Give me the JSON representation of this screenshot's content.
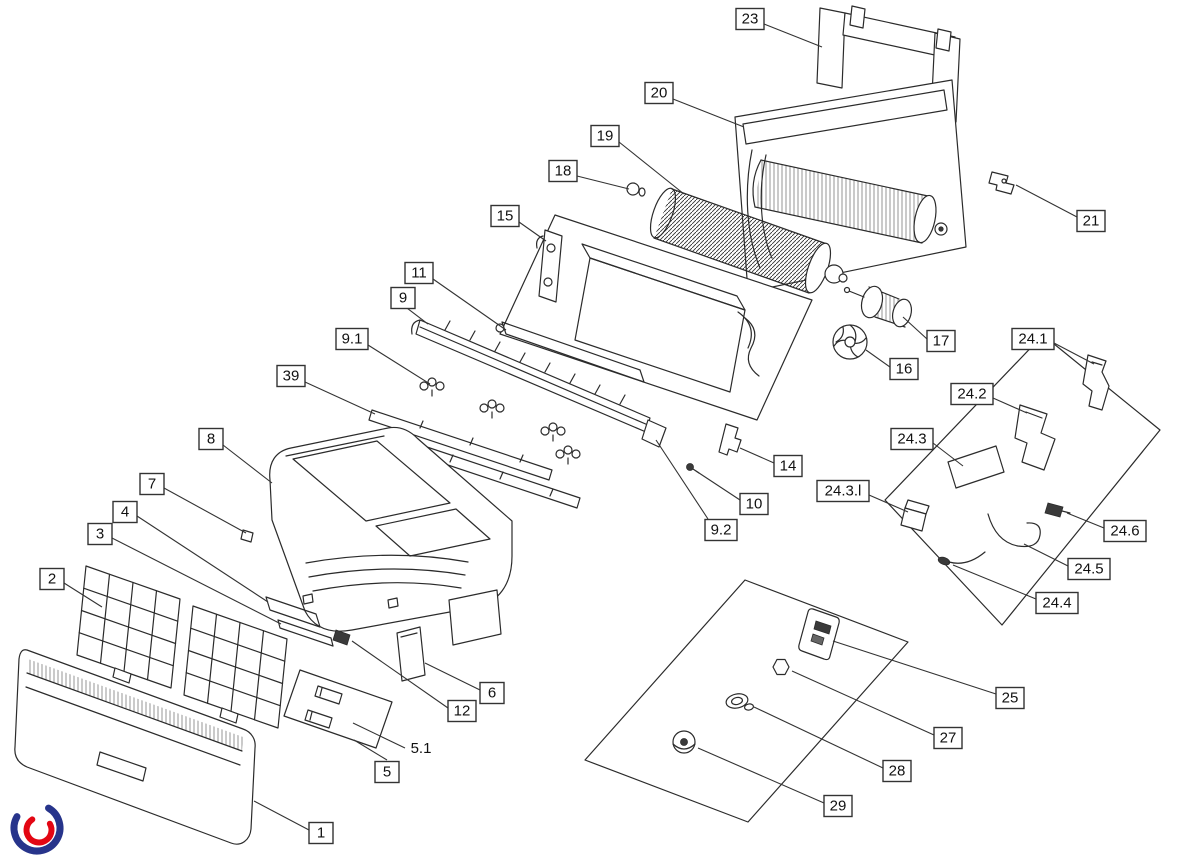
{
  "callouts": {
    "c1": {
      "label": "1"
    },
    "c2": {
      "label": "2"
    },
    "c3": {
      "label": "3"
    },
    "c4": {
      "label": "4"
    },
    "c5": {
      "label": "5"
    },
    "c5_1": {
      "label": "5.1"
    },
    "c6": {
      "label": "6"
    },
    "c7": {
      "label": "7"
    },
    "c8": {
      "label": "8"
    },
    "c9": {
      "label": "9"
    },
    "c9_1": {
      "label": "9.1"
    },
    "c9_2": {
      "label": "9.2"
    },
    "c10": {
      "label": "10"
    },
    "c11": {
      "label": "11"
    },
    "c12": {
      "label": "12"
    },
    "c14": {
      "label": "14"
    },
    "c15": {
      "label": "15"
    },
    "c16": {
      "label": "16"
    },
    "c17": {
      "label": "17"
    },
    "c18": {
      "label": "18"
    },
    "c19": {
      "label": "19"
    },
    "c20": {
      "label": "20"
    },
    "c21": {
      "label": "21"
    },
    "c23": {
      "label": "23"
    },
    "c24_1": {
      "label": "24.1"
    },
    "c24_2": {
      "label": "24.2"
    },
    "c24_3": {
      "label": "24.3"
    },
    "c24_3_l": {
      "label": "24.3.l"
    },
    "c24_4": {
      "label": "24.4"
    },
    "c24_5": {
      "label": "24.5"
    },
    "c24_6": {
      "label": "24.6"
    },
    "c25": {
      "label": "25"
    },
    "c27": {
      "label": "27"
    },
    "c28": {
      "label": "28"
    },
    "c29": {
      "label": "29"
    },
    "c39": {
      "label": "39"
    }
  },
  "colors": {
    "line": "#2b2b2b",
    "logo_blue": "#27348b",
    "logo_red": "#e30613"
  }
}
